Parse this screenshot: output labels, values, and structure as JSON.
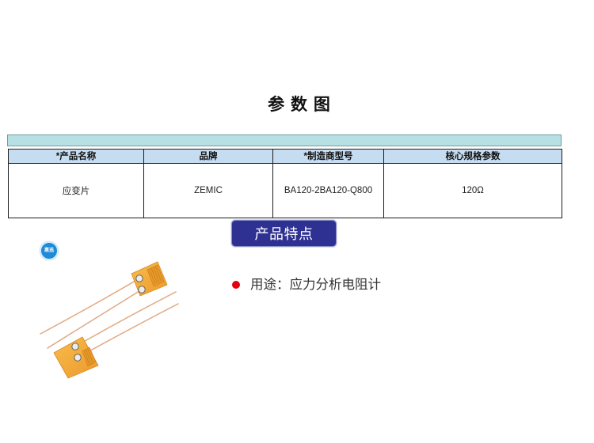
{
  "page_title": "参 数 图",
  "spec_table": {
    "headers": [
      "*产品名称",
      "品牌",
      "*制造商型号",
      "核心规格参数"
    ],
    "rows": [
      [
        "应变片",
        "ZEMIC",
        "BA120-2BA120-Q800",
        "120Ω"
      ]
    ]
  },
  "features": {
    "section_title": "产品特点",
    "badge_label": "惠选",
    "items": [
      "用途：应力分析电阻计"
    ]
  },
  "colors": {
    "accent": "#2e3192",
    "table_header_bg": "#c6dcf0",
    "divider_bar_bg": "#b7e0e4",
    "bullet": "#e3000f",
    "badge": "#1f8bd8"
  }
}
